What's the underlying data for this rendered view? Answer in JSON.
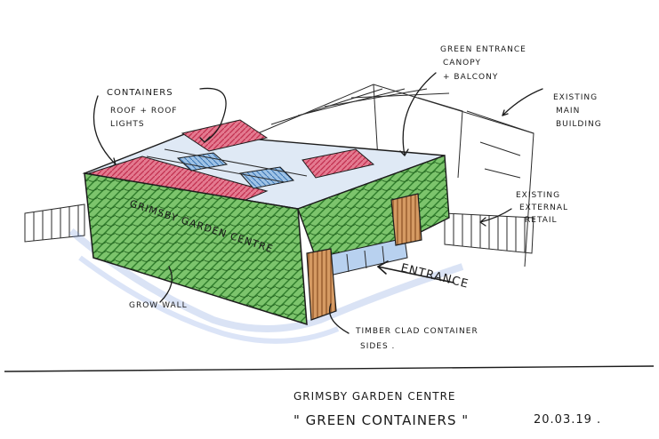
{
  "labels": {
    "containers": "CONTAINERS",
    "roof_lights_1": "ROOF + ROOF",
    "roof_lights_2": "LIGHTS",
    "green_entrance_1": "GREEN ENTRANCE",
    "green_entrance_2": "CANOPY",
    "green_entrance_3": "+ BALCONY",
    "existing_main_1": "EXISTING",
    "existing_main_2": "MAIN",
    "existing_main_3": "BUILDING",
    "existing_retail_1": "EXISTING",
    "existing_retail_2": "EXTERNAL",
    "existing_retail_3": "RETAIL",
    "entrance": "ENTRANCE",
    "grow_wall": "GROW WALL",
    "timber_1": "TIMBER CLAD CONTAINER",
    "timber_2": "SIDES .",
    "facade_sign": "GRIMSBY GARDEN CENTRE"
  },
  "title_block": {
    "project": "GRIMSBY GARDEN CENTRE",
    "scheme": "\" GREEN CONTAINERS \"",
    "date": "20.03.19 ."
  },
  "colors": {
    "ink": "#1c1c1c",
    "container_red": "#d9506e",
    "grow_wall_green": "#3f9a3a",
    "glass_blue": "#2f7fbf",
    "timber": "#b5703a"
  }
}
